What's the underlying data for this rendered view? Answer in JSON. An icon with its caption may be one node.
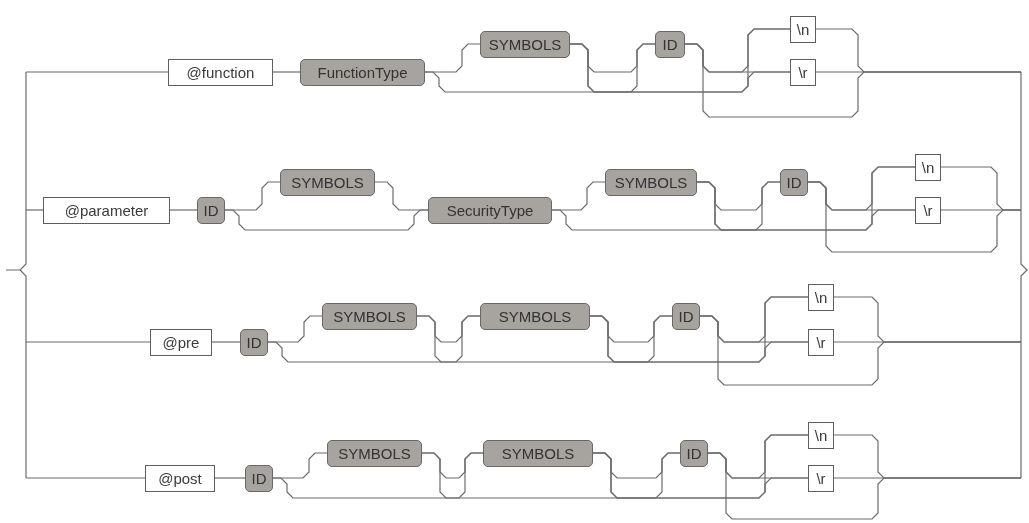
{
  "diagram": {
    "nodes": [
      {
        "text": [
          "@function"
        ]
      },
      {
        "text": [
          "FunctionType"
        ]
      },
      {
        "text": [
          "SYMBOLS"
        ]
      },
      {
        "text": [
          "ID"
        ]
      },
      {
        "text": [
          "\\n"
        ]
      },
      {
        "text": [
          "\\r"
        ]
      },
      {
        "text": [
          "@parameter"
        ]
      },
      {
        "text": [
          "ID"
        ]
      },
      {
        "text": [
          "SYMBOLS"
        ]
      },
      {
        "text": [
          "SecurityType"
        ]
      },
      {
        "text": [
          "SYMBOLS"
        ]
      },
      {
        "text": [
          "ID"
        ]
      },
      {
        "text": [
          "\\n"
        ]
      },
      {
        "text": [
          "\\r"
        ]
      },
      {
        "text": [
          "@pre"
        ]
      },
      {
        "text": [
          "ID"
        ]
      },
      {
        "text": [
          "SYMBOLS"
        ]
      },
      {
        "text": [
          "SYMBOLS"
        ]
      },
      {
        "text": [
          "ID"
        ]
      },
      {
        "text": [
          "\\n"
        ]
      },
      {
        "text": [
          "\\r"
        ]
      },
      {
        "text": [
          "@post"
        ]
      },
      {
        "text": [
          "ID"
        ]
      },
      {
        "text": [
          "SYMBOLS"
        ]
      },
      {
        "text": [
          "SYMBOLS"
        ]
      },
      {
        "text": [
          "ID"
        ]
      },
      {
        "text": [
          "\\n"
        ]
      },
      {
        "text": [
          "\\r"
        ]
      },
      {
        "text": [],
        "shape": "bar"
      },
      {
        "text": [],
        "shape": "bar"
      }
    ],
    "edges": [
      {
        "from": 28,
        "to": 0,
        "arrow": "none"
      },
      {
        "from": 0,
        "to": 1,
        "arrow": "none"
      },
      {
        "from": 1,
        "to": 2,
        "arrow": "none"
      },
      {
        "from": 1,
        "to": 3,
        "arrow": "none"
      },
      {
        "from": 2,
        "to": 3,
        "arrow": "none"
      },
      {
        "from": 2,
        "to": 4,
        "arrow": "none"
      },
      {
        "from": 2,
        "to": 5,
        "arrow": "none"
      },
      {
        "from": 3,
        "to": 4,
        "arrow": "none"
      },
      {
        "from": 3,
        "to": 5,
        "arrow": "none"
      },
      {
        "from": 3,
        "to": 29,
        "arrow": "none"
      },
      {
        "from": 4,
        "to": 29,
        "arrow": "none"
      },
      {
        "from": 5,
        "to": 29,
        "arrow": "none"
      },
      {
        "from": 28,
        "to": 6,
        "arrow": "none"
      },
      {
        "from": 6,
        "to": 7,
        "arrow": "none"
      },
      {
        "from": 7,
        "to": 8,
        "arrow": "none"
      },
      {
        "from": 7,
        "to": 9,
        "arrow": "none"
      },
      {
        "from": 8,
        "to": 9,
        "arrow": "none"
      },
      {
        "from": 9,
        "to": 10,
        "arrow": "none"
      },
      {
        "from": 9,
        "to": 11,
        "arrow": "none"
      },
      {
        "from": 10,
        "to": 11,
        "arrow": "none"
      },
      {
        "from": 10,
        "to": 12,
        "arrow": "none"
      },
      {
        "from": 10,
        "to": 13,
        "arrow": "none"
      },
      {
        "from": 11,
        "to": 12,
        "arrow": "none"
      },
      {
        "from": 11,
        "to": 13,
        "arrow": "none"
      },
      {
        "from": 11,
        "to": 29,
        "arrow": "none"
      },
      {
        "from": 12,
        "to": 29,
        "arrow": "none"
      },
      {
        "from": 13,
        "to": 29,
        "arrow": "none"
      },
      {
        "from": 28,
        "to": 14,
        "arrow": "none"
      },
      {
        "from": 14,
        "to": 15,
        "arrow": "none"
      },
      {
        "from": 15,
        "to": 16,
        "arrow": "none"
      },
      {
        "from": 15,
        "to": 17,
        "arrow": "none"
      },
      {
        "from": 16,
        "to": 17,
        "arrow": "none"
      },
      {
        "from": 16,
        "to": 18,
        "arrow": "none"
      },
      {
        "from": 17,
        "to": 18,
        "arrow": "none"
      },
      {
        "from": 17,
        "to": 19,
        "arrow": "none"
      },
      {
        "from": 17,
        "to": 20,
        "arrow": "none"
      },
      {
        "from": 18,
        "to": 19,
        "arrow": "none"
      },
      {
        "from": 18,
        "to": 20,
        "arrow": "none"
      },
      {
        "from": 18,
        "to": 29,
        "arrow": "none"
      },
      {
        "from": 19,
        "to": 29,
        "arrow": "none"
      },
      {
        "from": 20,
        "to": 29,
        "arrow": "none"
      },
      {
        "from": 28,
        "to": 21,
        "arrow": "none"
      },
      {
        "from": 21,
        "to": 22,
        "arrow": "none"
      },
      {
        "from": 22,
        "to": 23,
        "arrow": "none"
      },
      {
        "from": 22,
        "to": 24,
        "arrow": "none"
      },
      {
        "from": 23,
        "to": 24,
        "arrow": "none"
      },
      {
        "from": 23,
        "to": 25,
        "arrow": "none"
      },
      {
        "from": 24,
        "to": 25,
        "arrow": "none"
      },
      {
        "from": 24,
        "to": 26,
        "arrow": "none"
      },
      {
        "from": 24,
        "to": 27,
        "arrow": "none"
      },
      {
        "from": 25,
        "to": 26,
        "arrow": "none"
      },
      {
        "from": 25,
        "to": 27,
        "arrow": "none"
      },
      {
        "from": 25,
        "to": 29,
        "arrow": "none"
      },
      {
        "from": 26,
        "to": 29,
        "arrow": "none"
      },
      {
        "from": 27,
        "to": 29,
        "arrow": "none"
      }
    ]
  }
}
